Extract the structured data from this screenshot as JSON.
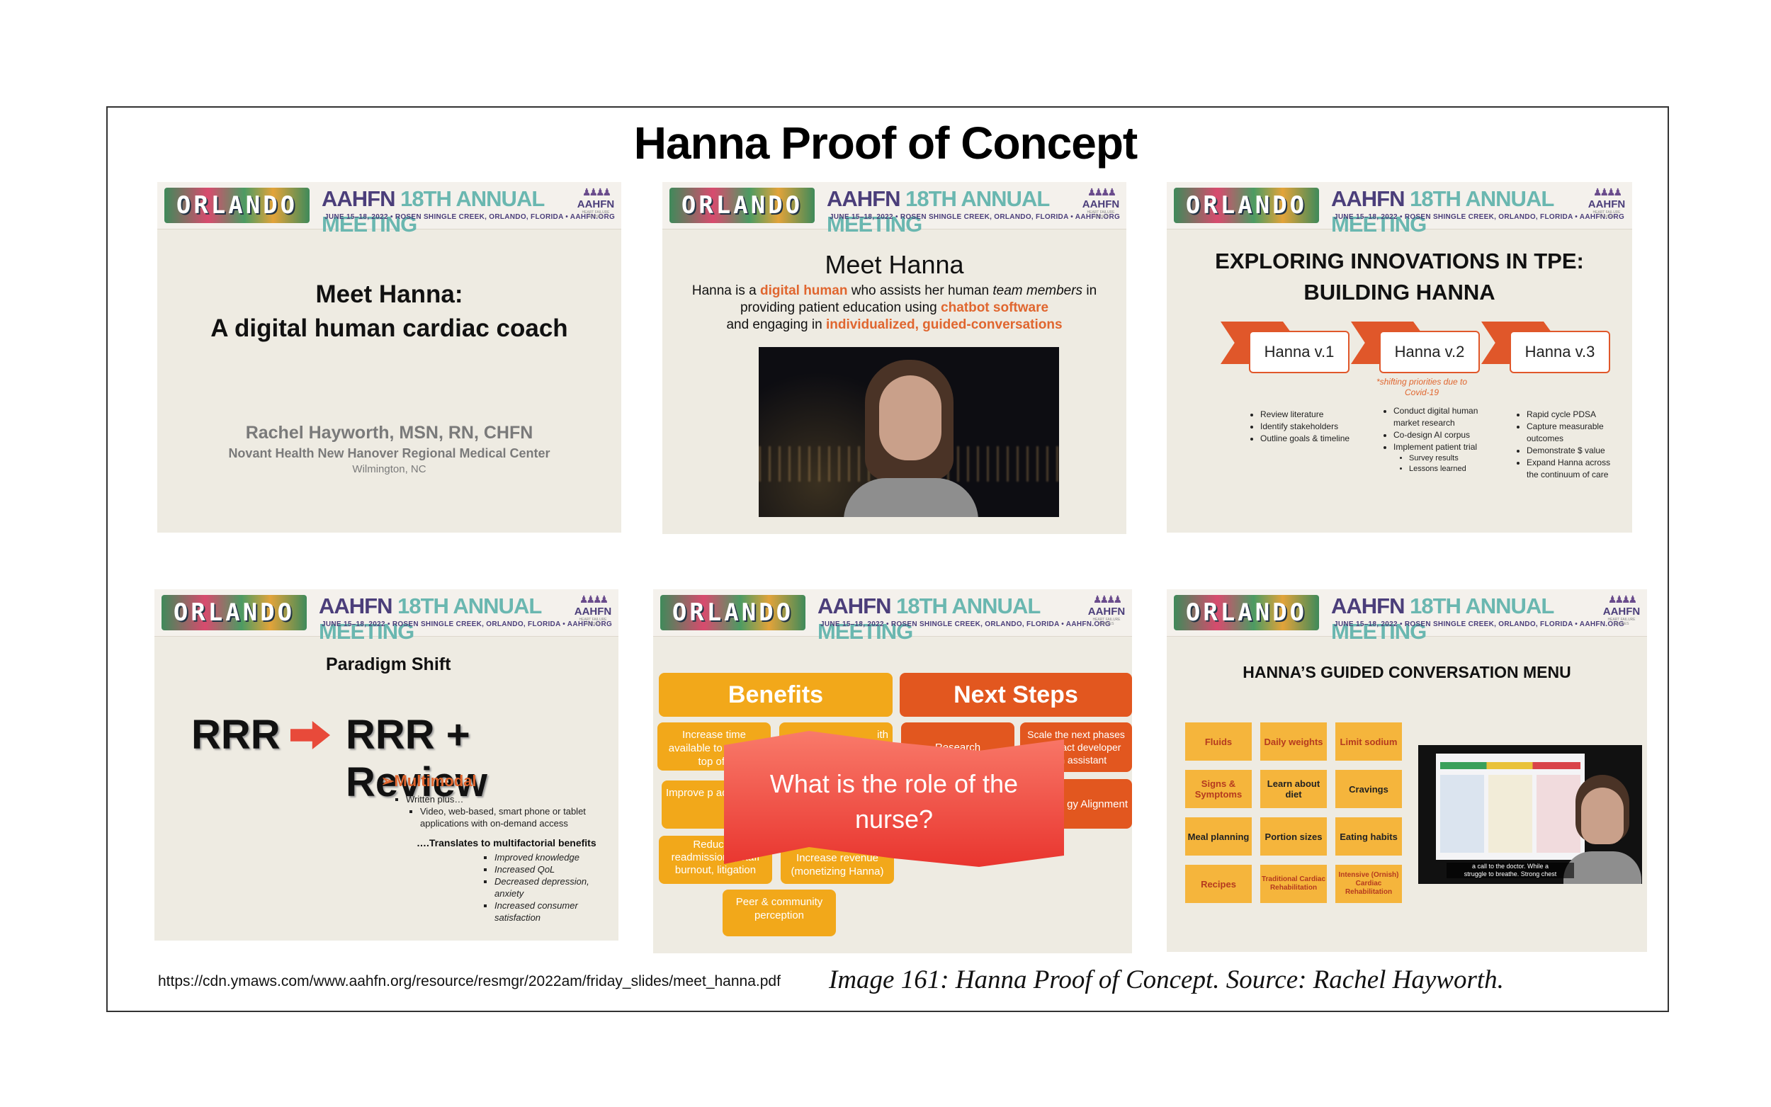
{
  "title": "Hanna Proof of Concept",
  "banner": {
    "city": "ORLANDO",
    "meeting_a": "AAHFN",
    "meeting_b": "18TH ANNUAL MEETING",
    "sub": "JUNE 15–18, 2022  •  ROSEN SHINGLE CREEK, ORLANDO, FLORIDA  •  AAHFN.ORG",
    "logo": "AAHFN",
    "logo_sub": "HEART FAILURE NURSES"
  },
  "slide1": {
    "title_1": "Meet Hanna:",
    "title_2": "A digital human cardiac coach",
    "author": "Rachel Hayworth, MSN, RN, CHFN",
    "org": "Novant Health New Hanover Regional Medical Center",
    "city": "Wilmington, NC"
  },
  "slide2": {
    "title": "Meet Hanna",
    "t1": "Hanna is a ",
    "h1": "digital human",
    "t2": " who assists her human ",
    "i1": "team members",
    "t3": " in providing patient education using ",
    "h2": "chatbot software",
    "t4": "and engaging in ",
    "h3": "individualized, guided-conversations"
  },
  "slide3": {
    "title_1": "EXPLORING INNOVATIONS IN TPE:",
    "title_2": "BUILDING HANNA",
    "v1": "Hanna v.1",
    "v2": "Hanna v.2",
    "v3": "Hanna v.3",
    "note_1": "*shifting priorities due to",
    "note_2": "Covid-19",
    "col1": [
      "Review literature",
      "Identify stakeholders",
      "Outline goals & timeline"
    ],
    "col2": [
      "Conduct digital human market research",
      "Co-design AI corpus",
      "Implement patient trial"
    ],
    "col2_sub": [
      "Survey results",
      "Lessons learned"
    ],
    "col3": [
      "Rapid cycle PDSA",
      "Capture measurable outcomes",
      "Demonstrate $ value",
      "Expand Hanna across the continuum of care"
    ]
  },
  "slide4": {
    "title": "Paradigm Shift",
    "rrr": "RRR",
    "rrr_review": "RRR + Review",
    "multimodal": "➢Multimodal",
    "written": "Written plus…",
    "video": "Video, web-based, smart phone or tablet applications with on-demand access",
    "translates": "….Translates to multifactorial benefits",
    "benefits": [
      "Improved knowledge",
      "Increased QoL",
      "Decreased depression, anxiety",
      "Increased consumer satisfaction"
    ]
  },
  "slide5": {
    "benefits": "Benefits",
    "next_steps": "Next Steps",
    "tiles": {
      "t1": "Increase time available to work at top of l",
      "t2": "ith",
      "t3": "Improve p adhere",
      "t4": "Reduce c readmissions, staff burnout, litigation",
      "t5": "Increase revenue (monetizing Hanna)",
      "t6": "Peer & community perception",
      "t7": "Research",
      "t8": "Scale the next phases – contract developer arch assistant",
      "t9": "gy Alignment"
    },
    "banner_1": "What is the role of the",
    "banner_2": "nurse?"
  },
  "slide6": {
    "title": "HANNA’S GUIDED CONVERSATION MENU",
    "menu": [
      "Fluids",
      "Daily weights",
      "Limit sodium",
      "Signs & Symptoms",
      "Learn about diet",
      "Cravings",
      "Meal planning",
      "Portion sizes",
      "Eating habits",
      "Recipes",
      "Traditional Cardiac Rehabilitation",
      "Intensive (Ornish) Cardiac Rehabilitation"
    ],
    "video_caption_1": "a call to the doctor. While a",
    "video_caption_2": "struggle to breathe. Strong chest"
  },
  "footer": {
    "url": "https://cdn.ymaws.com/www.aahfn.org/resource/resmgr/2022am/friday_slides/meet_hanna.pdf",
    "caption": "Image 161: Hanna Proof of Concept. Source: Rachel Hayworth."
  },
  "colors": {
    "orange": "#f2a81a",
    "red_orange": "#e2571f",
    "highlight": "#e0662f",
    "slide_bg": "#eeebe2"
  }
}
